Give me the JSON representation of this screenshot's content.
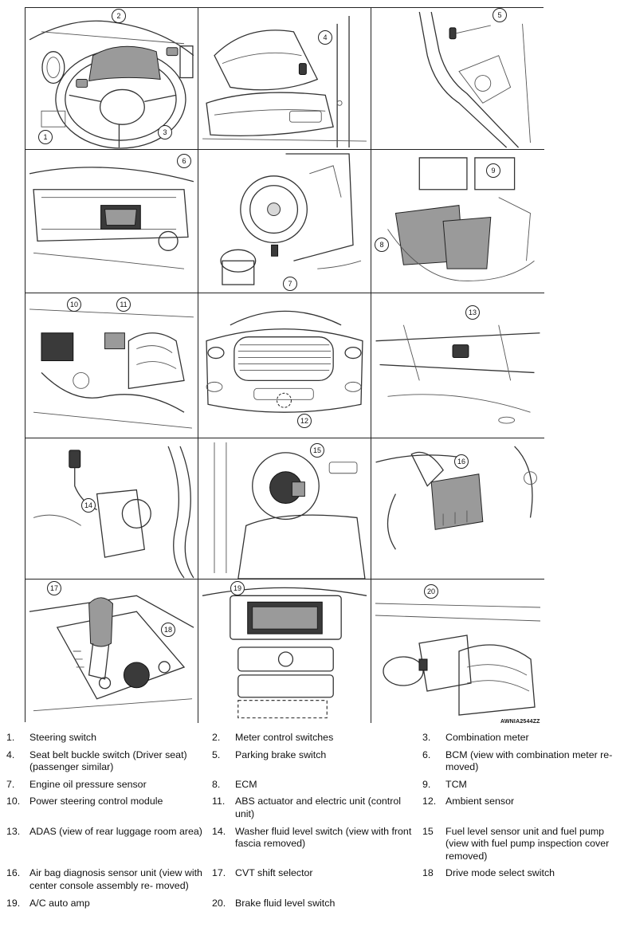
{
  "figure_code": "AWNIA2544ZZ",
  "callouts": [
    "1",
    "2",
    "3",
    "4",
    "5",
    "6",
    "7",
    "8",
    "9",
    "10",
    "11",
    "12",
    "13",
    "14",
    "15",
    "16",
    "17",
    "18",
    "19",
    "20"
  ],
  "legend": [
    {
      "num": "1.",
      "text": "Steering switch"
    },
    {
      "num": "2.",
      "text": "Meter control switches"
    },
    {
      "num": "3.",
      "text": "Combination meter"
    },
    {
      "num": "4.",
      "text": "Seat belt buckle switch (Driver seat) (passenger similar)"
    },
    {
      "num": "5.",
      "text": "Parking brake switch"
    },
    {
      "num": "6.",
      "text": "BCM (view with combination meter re- moved)"
    },
    {
      "num": "7.",
      "text": "Engine oil pressure sensor"
    },
    {
      "num": "8.",
      "text": "ECM"
    },
    {
      "num": "9.",
      "text": "TCM"
    },
    {
      "num": "10.",
      "text": "Power steering control module"
    },
    {
      "num": "11.",
      "text": "ABS actuator and electric unit (control unit)"
    },
    {
      "num": "12.",
      "text": "Ambient sensor"
    },
    {
      "num": "13.",
      "text": "ADAS (view of rear luggage room area)"
    },
    {
      "num": "14.",
      "text": "Washer fluid level switch (view with front fascia removed)"
    },
    {
      "num": "15",
      "text": "Fuel level sensor unit and fuel pump (view with fuel pump inspection cover removed)"
    },
    {
      "num": "16.",
      "text": "Air bag diagnosis sensor unit (view with center console assembly re- moved)"
    },
    {
      "num": "17.",
      "text": "CVT shift selector"
    },
    {
      "num": "18",
      "text": "Drive mode select switch"
    },
    {
      "num": "19.",
      "text": "A/C auto amp"
    },
    {
      "num": "20.",
      "text": "Brake fluid level switch"
    }
  ]
}
